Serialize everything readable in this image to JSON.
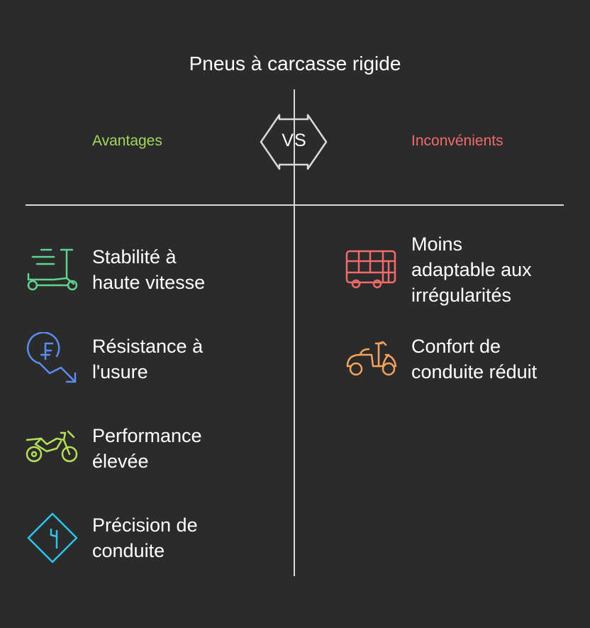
{
  "title": "Pneus à carcasse rigide",
  "vs_label": "VS",
  "left_column": {
    "header": "Avantages",
    "header_color": "#a4d65e",
    "items": [
      {
        "label_lines": [
          "Stabilité à",
          "haute vitesse"
        ],
        "icon": "scooter-icon",
        "color": "#5fd38d"
      },
      {
        "label_lines": [
          "Résistance à",
          "l'usure"
        ],
        "icon": "franc-trend-down-icon",
        "color": "#5b8def"
      },
      {
        "label_lines": [
          "Performance",
          "élevée"
        ],
        "icon": "motorcycle-icon",
        "color": "#b5e05a"
      },
      {
        "label_lines": [
          "Précision de",
          "conduite"
        ],
        "icon": "road-sign-icon",
        "color": "#2ec4f1"
      }
    ]
  },
  "right_column": {
    "header": "Inconvénients",
    "header_color": "#f26b6b",
    "items": [
      {
        "label_lines": [
          "Moins",
          "adaptable aux",
          "irrégularités"
        ],
        "icon": "bus-icon",
        "color": "#f26b6b"
      },
      {
        "label_lines": [
          "Confort de",
          "conduite réduit"
        ],
        "icon": "vespa-icon",
        "color": "#f5a25d"
      }
    ]
  }
}
